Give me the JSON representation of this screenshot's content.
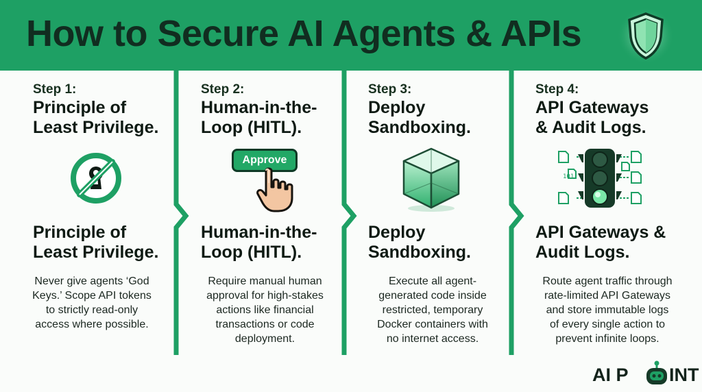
{
  "header": {
    "title": "How to Secure AI Agents & APIs"
  },
  "steps": [
    {
      "step": "Step 1:",
      "title_lines": [
        "Principle of",
        "Least Privilege."
      ],
      "heading_lines": [
        "Principle of",
        "Least Privilege."
      ],
      "desc_lines": [
        "Never give agents ‘God",
        "Keys.’ Scope API tokens",
        "to strictly read-only",
        "access where possible."
      ],
      "icon": "no-key-icon"
    },
    {
      "step": "Step 2:",
      "title_lines": [
        "Human-in-the-",
        "Loop (HITL)."
      ],
      "heading_lines": [
        "Human-in-the-",
        "Loop (HITL)."
      ],
      "desc_lines": [
        "Require manual human",
        "approval for high-stakes",
        "actions like financial",
        "transactions or code",
        "deployment."
      ],
      "icon": "approve-hand-icon",
      "button_label": "Approve"
    },
    {
      "step": "Step 3:",
      "title_lines": [
        "Deploy",
        "Sandboxing."
      ],
      "heading_lines": [
        "Deploy",
        "Sandboxing."
      ],
      "desc_lines": [
        "Execute all agent-",
        "generated code inside",
        "restricted, temporary",
        "Docker containers with",
        "no internet access."
      ],
      "icon": "glass-cube-icon"
    },
    {
      "step": "Step 4:",
      "title_lines": [
        "API Gateways",
        "& Audit Logs."
      ],
      "heading_lines": [
        "API Gateways &",
        "Audit Logs."
      ],
      "desc_lines": [
        "Route agent traffic through",
        "rate-limited API Gateways",
        "and store immutable logs",
        "of every single action to",
        "prevent infinite loops."
      ],
      "icon": "traffic-light-icon",
      "binary_label": "101"
    }
  ],
  "logo": {
    "left": "AI P",
    "right": "INT"
  },
  "colors": {
    "green": "#1ea064",
    "dark": "#112d20",
    "light_green": "#5fd394"
  }
}
